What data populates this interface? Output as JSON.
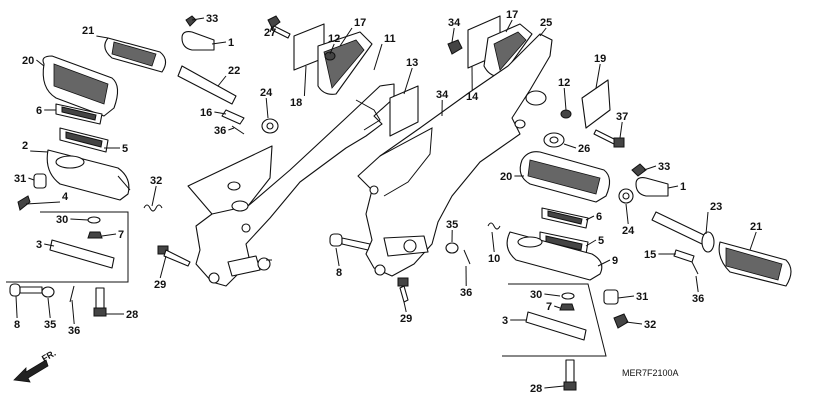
{
  "diagram": {
    "code": "MER7F2100A",
    "direction_label": "FR.",
    "callouts": [
      "33",
      "1",
      "21",
      "20",
      "22",
      "6",
      "16",
      "36",
      "2",
      "5",
      "31",
      "4",
      "32",
      "30",
      "7",
      "3",
      "8",
      "35",
      "36",
      "28",
      "27",
      "12",
      "17",
      "11",
      "18",
      "24",
      "13",
      "29",
      "34",
      "34",
      "17",
      "25",
      "14",
      "19",
      "12",
      "37",
      "26",
      "33",
      "20",
      "6",
      "1",
      "35",
      "5",
      "10",
      "9",
      "24",
      "23",
      "8",
      "15",
      "21",
      "29",
      "36",
      "30",
      "31",
      "7",
      "3",
      "32",
      "36",
      "28"
    ]
  }
}
